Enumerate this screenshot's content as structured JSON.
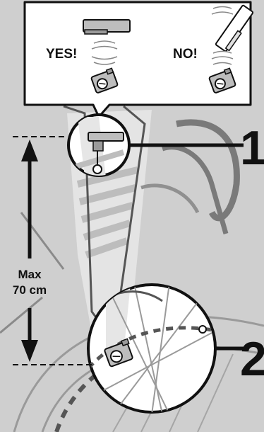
{
  "callout": {
    "yes_label": "YES!",
    "no_label": "NO!"
  },
  "step_numbers": [
    "1",
    "2"
  ],
  "distance": {
    "line1": "Max",
    "line2": "70 cm"
  },
  "colors": {
    "background": "#cfcfcf",
    "ink": "#111111",
    "fork_tint": "#e6e6e6",
    "sensor_fill": "#bdbdbd"
  },
  "icons": [
    "sensor-icon",
    "magnet-icon",
    "signal-waves-icon"
  ]
}
